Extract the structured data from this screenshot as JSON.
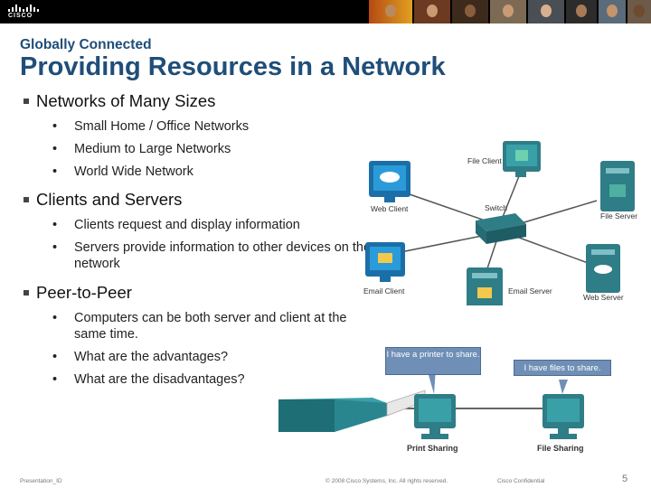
{
  "header": {
    "logo_text": "CISCO",
    "subtitle": "Globally Connected",
    "title": "Providing Resources in a Network"
  },
  "sections": [
    {
      "heading": "Networks of Many Sizes",
      "items": [
        "Small Home / Office Networks",
        "Medium to Large Networks",
        "World Wide Network"
      ]
    },
    {
      "heading": "Clients and Servers",
      "items": [
        "Clients request and display information",
        "Servers provide information to other devices on the network"
      ]
    },
    {
      "heading": "Peer-to-Peer",
      "items": [
        "Computers can be both server and client at the same time.",
        "What are the advantages?",
        "What are the disadvantages?"
      ]
    }
  ],
  "diagram": {
    "labels": {
      "file_client": "File Client",
      "web_client": "Web Client",
      "switch": "Switch",
      "file_server": "File Server",
      "email_client": "Email Client",
      "email_server": "Email Server",
      "web_server": "Web Server"
    },
    "callouts": {
      "printer": "I have a printer to share.",
      "files": "I have files to share."
    },
    "p2p_labels": {
      "print_sharing": "Print Sharing",
      "file_sharing": "File Sharing"
    }
  },
  "footer": {
    "presentation_id": "Presentation_ID",
    "copyright": "© 2008 Cisco Systems, Inc. All rights reserved.",
    "confidential": "Cisco Confidential",
    "page_number": "5"
  },
  "colors": {
    "title": "#1f4e79",
    "monitor": "#1b6fa8",
    "server": "#2f7d86",
    "callout": "#6f8fb6"
  }
}
